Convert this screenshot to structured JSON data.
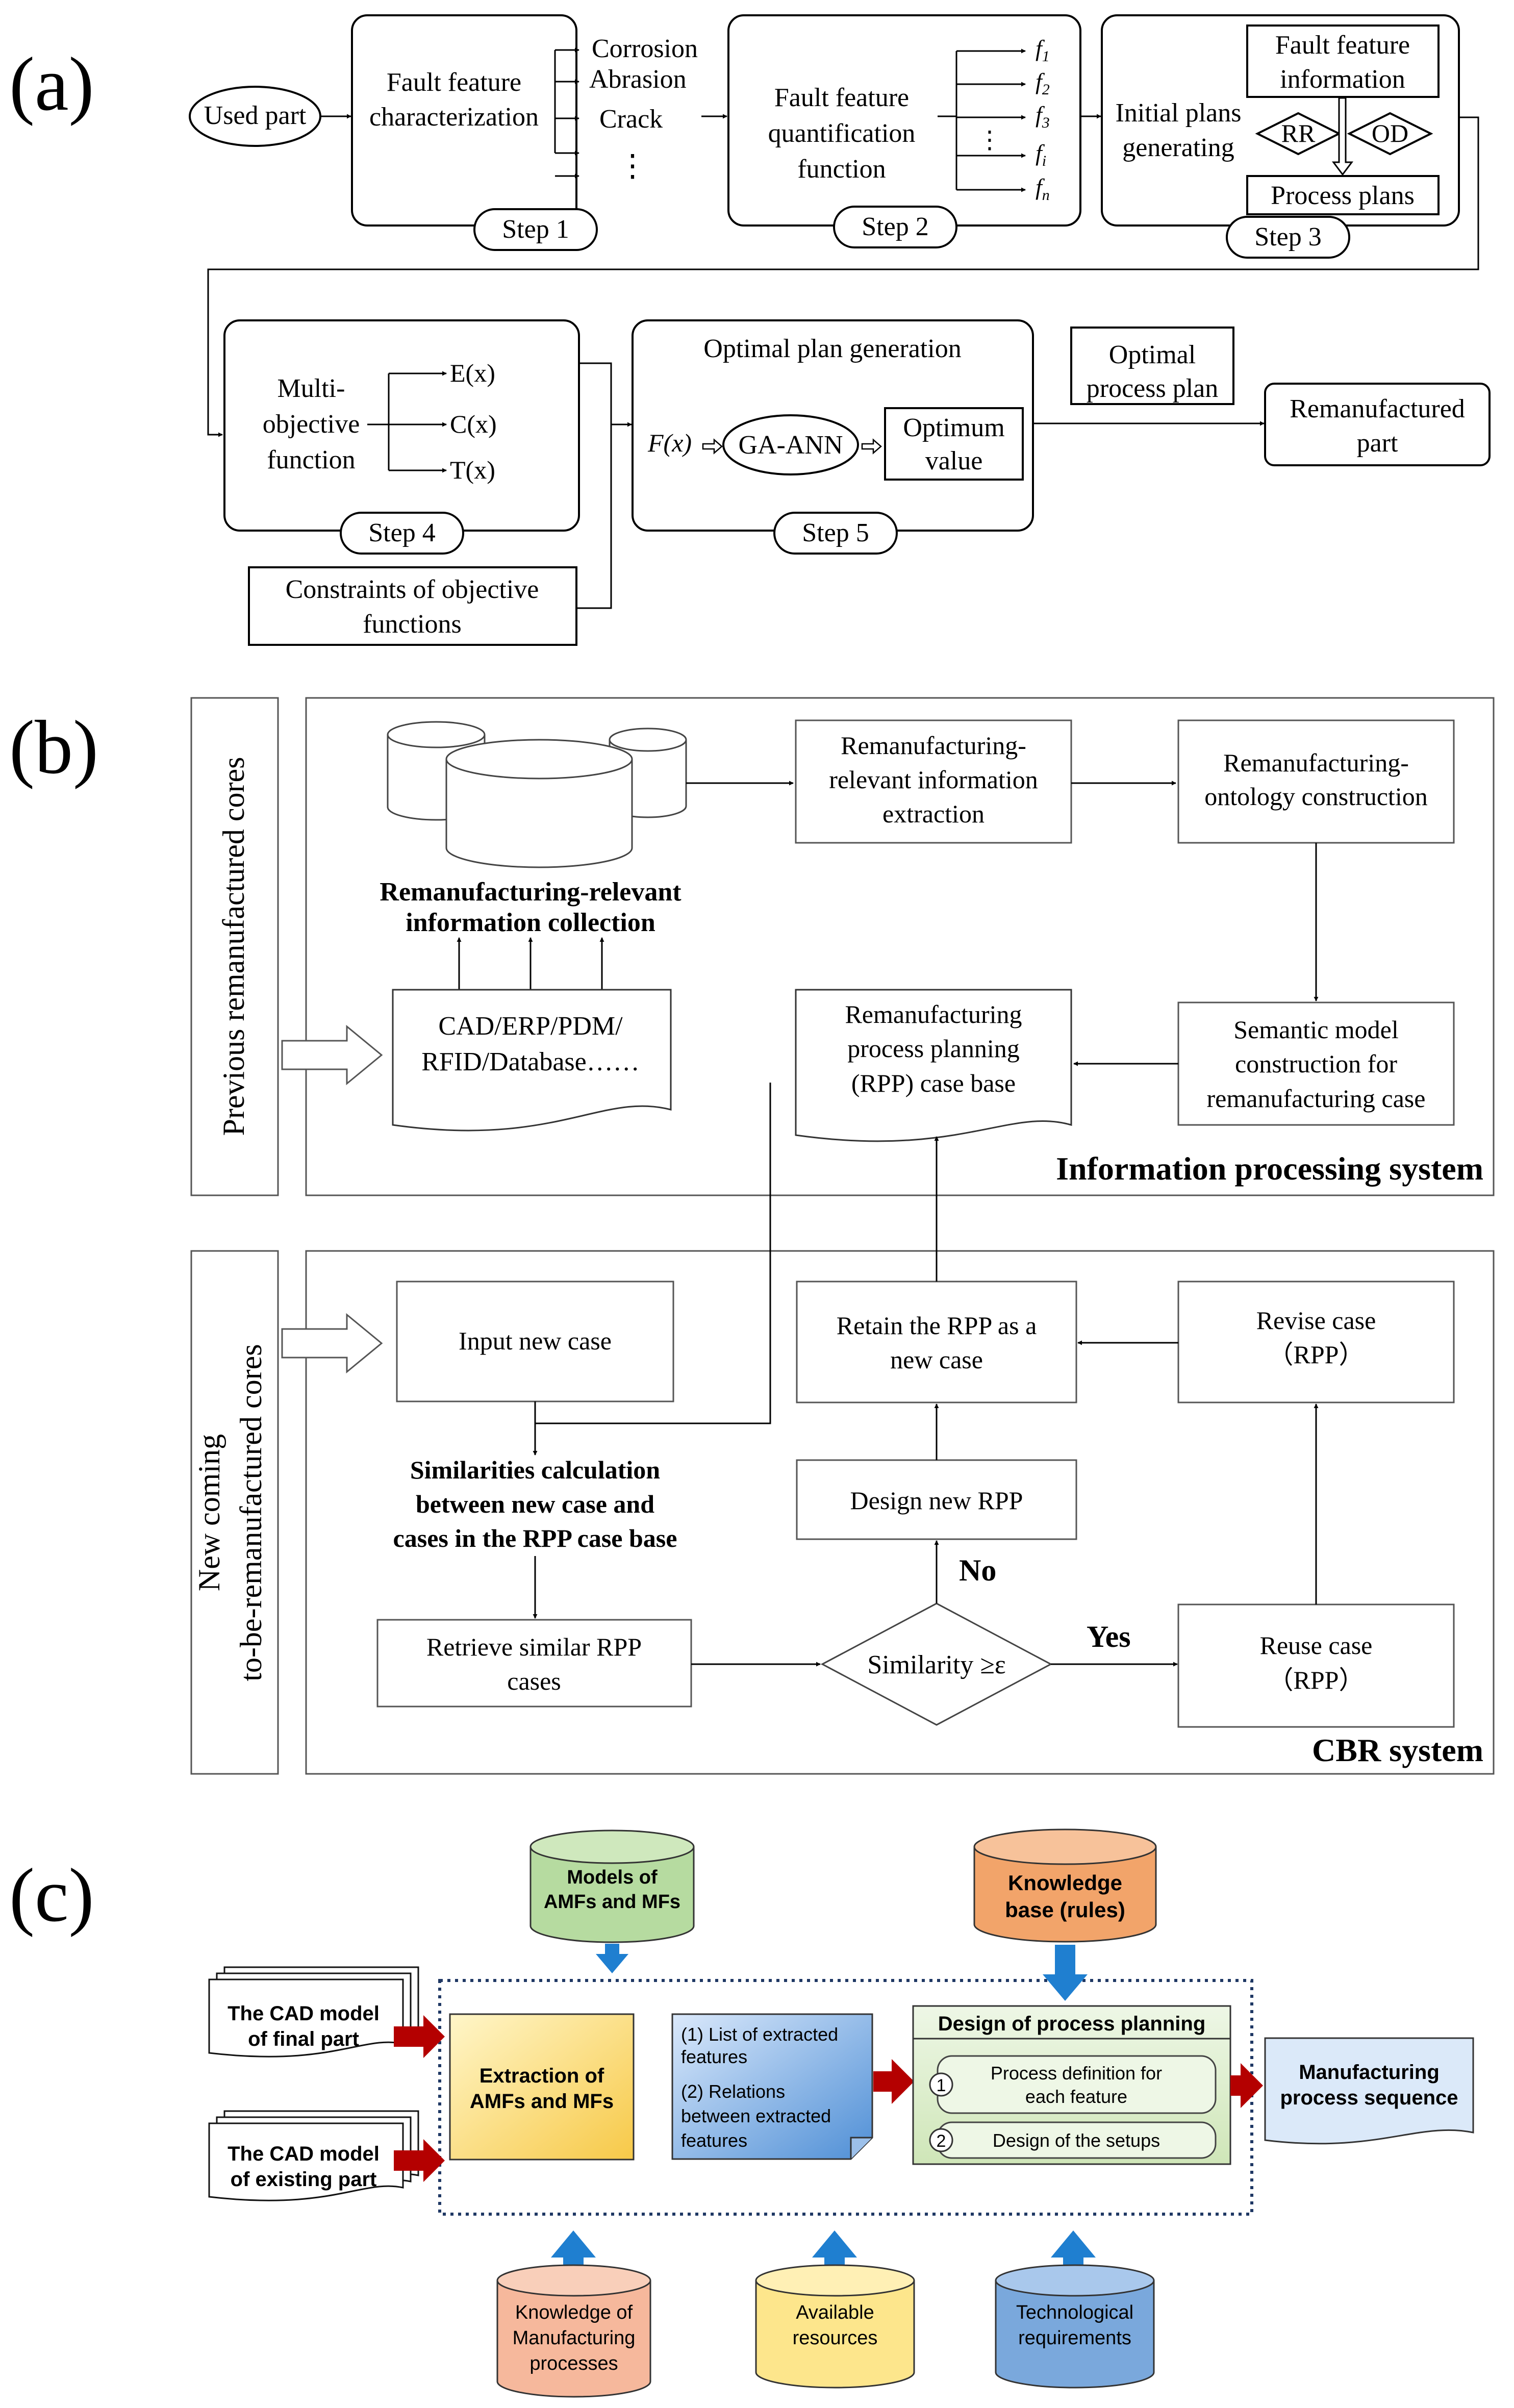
{
  "panel_labels": {
    "a": "(a)",
    "b": "(b)",
    "c": "(c)"
  },
  "a": {
    "used_part": "Used part",
    "step1": {
      "title": [
        "Fault feature",
        "characterization"
      ],
      "items": [
        "Corrosion",
        "Abrasion",
        "Crack",
        "⋮"
      ],
      "label": "Step 1"
    },
    "step2": {
      "title": [
        "Fault feature",
        "quantification",
        "function"
      ],
      "label": "Step 2"
    },
    "step3": {
      "title": [
        "Initial plans",
        "generating"
      ],
      "ffi": [
        "Fault feature",
        "information"
      ],
      "rr": "RR",
      "od": "OD",
      "process_plans": "Process plans",
      "label": "Step 3"
    },
    "step4": {
      "title": [
        "Multi-",
        "objective",
        "function"
      ],
      "outputs": [
        "E(x)",
        "C(x)",
        "T(x)"
      ],
      "label": "Step 4"
    },
    "step5": {
      "title": "Optimal plan generation",
      "fx": "F(x)",
      "ga_ann": "GA-ANN",
      "optimum": [
        "Optimum",
        "value"
      ],
      "label": "Step 5"
    },
    "constraints": [
      "Constraints of objective",
      "functions"
    ],
    "optimal_process_plan": [
      "Optimal",
      "process plan"
    ],
    "remanufactured_part": [
      "Remanufactured",
      "part"
    ]
  },
  "b": {
    "side_top": "Previous remanufactured cores",
    "side_bottom": [
      "New coming",
      "to-be-remanufactured cores"
    ],
    "info_collection": [
      "Remanufacturing-relevant",
      "information collection"
    ],
    "sources": [
      "CAD/ERP/PDM/",
      "RFID/Database……"
    ],
    "info_extraction": [
      "Remanufacturing-",
      "relevant information",
      "extraction"
    ],
    "ontology": [
      "Remanufacturing-",
      "ontology construction"
    ],
    "semantic_model": [
      "Semantic model",
      "construction for",
      "remanufacturing case"
    ],
    "rpp_case_base": [
      "Remanufacturing",
      "process planning",
      "(RPP) case base"
    ],
    "ips_label": "Information processing system",
    "input_new_case": "Input new case",
    "similarities": [
      "Similarities calculation",
      "between new case and",
      "cases in the RPP case base"
    ],
    "retrieve": [
      "Retrieve similar RPP",
      "cases"
    ],
    "similarity_check": "Similarity ≥ε",
    "yes": "Yes",
    "no": "No",
    "design_new_rpp": "Design new RPP",
    "retain": [
      "Retain the RPP as a",
      "new case"
    ],
    "revise": [
      "Revise case",
      "（RPP）"
    ],
    "reuse": [
      "Reuse case",
      "（RPP）"
    ],
    "cbr_label": "CBR system"
  },
  "c": {
    "models": [
      "Models of",
      "AMFs and MFs"
    ],
    "knowledge_base": [
      "Knowledge",
      "base (rules)"
    ],
    "cad_final": [
      "The CAD model",
      "of final part"
    ],
    "cad_existing": [
      "The CAD model",
      "of existing part"
    ],
    "extraction": [
      "Extraction of",
      "AMFs and MFs"
    ],
    "extracted_list": [
      "(1) List of extracted",
      "features",
      "(2) Relations",
      "between extracted",
      "features"
    ],
    "design_title": "Design of process planning",
    "sub1_num": "1",
    "sub1": [
      "Process definition for",
      "each feature"
    ],
    "sub2_num": "2",
    "sub2": "Design of the setups",
    "output": [
      "Manufacturing",
      "process sequence"
    ],
    "knowledge_mfg": [
      "Knowledge of",
      "Manufacturing",
      "processes"
    ],
    "resources": [
      "Available",
      "resources"
    ],
    "tech_req": [
      "Technological",
      "requirements"
    ],
    "colors": {
      "green_db": "#b6dba0",
      "orange_db": "#f2a46a",
      "salmon_db": "#f6b89c",
      "yellow_db": "#fde68c",
      "blue_db": "#7aa8dc",
      "red_arrow": "#b40000",
      "blue_arrow": "#1f7fd0",
      "design_green": "#d8ebc6"
    }
  }
}
